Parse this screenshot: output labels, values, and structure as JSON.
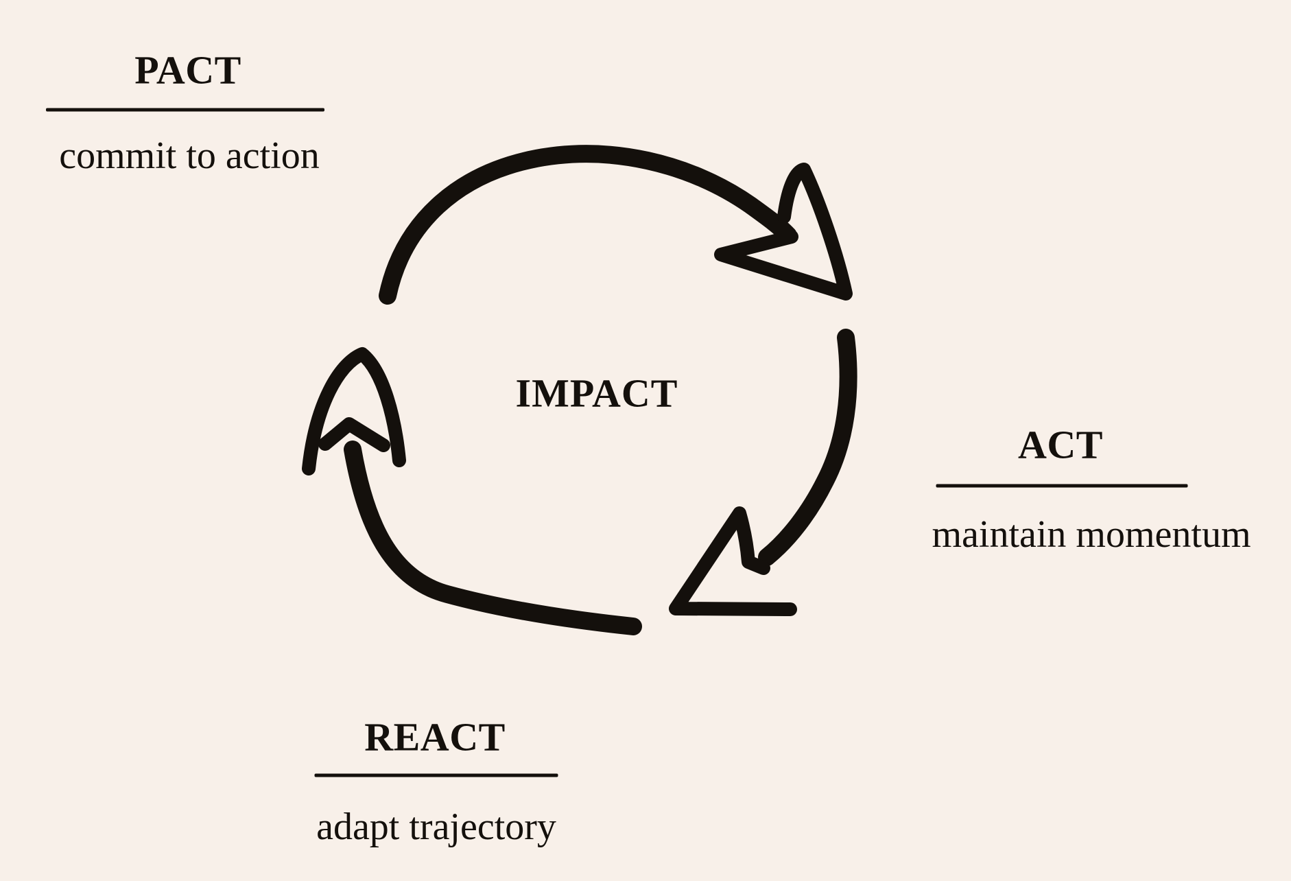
{
  "diagram": {
    "type": "cycle",
    "direction": "clockwise",
    "center_label": "IMPACT",
    "background_color": "#f8f0e9",
    "ink_color": "#14100c",
    "stages": [
      {
        "id": "pact",
        "title": "PACT",
        "subtitle": "commit to action",
        "position": "top-left"
      },
      {
        "id": "act",
        "title": "ACT",
        "subtitle": "maintain momentum",
        "position": "right"
      },
      {
        "id": "react",
        "title": "REACT",
        "subtitle": "adapt trajectory",
        "position": "bottom"
      }
    ]
  }
}
